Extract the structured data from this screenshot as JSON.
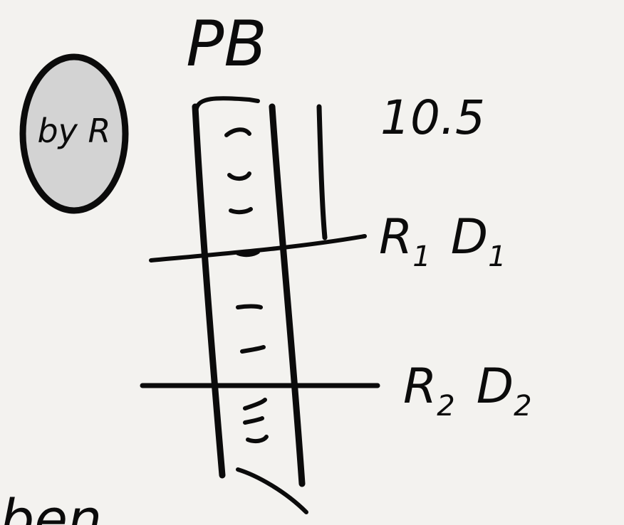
{
  "header": {
    "title": "PB"
  },
  "badge": {
    "label": "by R",
    "fill": "#d3d3d3"
  },
  "measurements": {
    "length": "10.5"
  },
  "lines": {
    "line1": {
      "r": "R",
      "r_sub": "1",
      "d": "D",
      "d_sub": "1"
    },
    "line2": {
      "r": "R",
      "r_sub": "2",
      "d": "D",
      "d_sub": "2"
    }
  },
  "footer": {
    "partial_word": "ben"
  },
  "colors": {
    "ink": "#0b0b0b",
    "background": "#f3f2ef"
  }
}
